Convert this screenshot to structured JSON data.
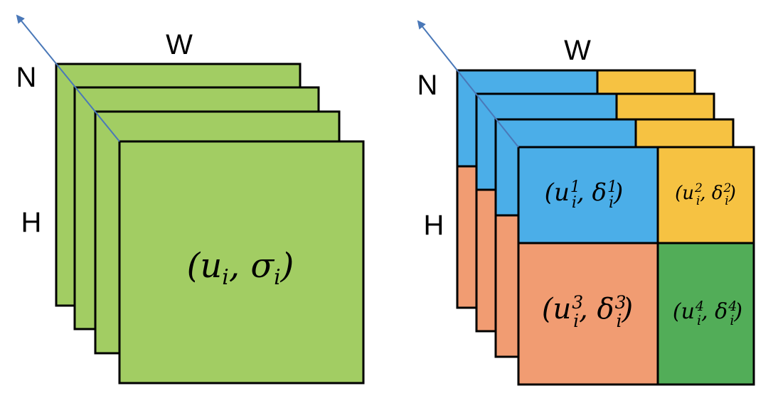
{
  "left_diagram": {
    "width_label": "W",
    "height_label": "H",
    "batch_label": "N",
    "cell": {
      "u": "u",
      "sigma": "σ",
      "index": "i"
    },
    "colors": {
      "fill": "#A2CD63"
    }
  },
  "right_diagram": {
    "width_label": "W",
    "height_label": "H",
    "batch_label": "N",
    "cells": [
      {
        "u": "u",
        "delta": "δ",
        "index": "i",
        "sup": "1",
        "color": "#4BAEE8"
      },
      {
        "u": "u",
        "delta": "δ",
        "index": "i",
        "sup": "2",
        "color": "#F6C242"
      },
      {
        "u": "u",
        "delta": "δ",
        "index": "i",
        "sup": "3",
        "color": "#F19C72"
      },
      {
        "u": "u",
        "delta": "δ",
        "index": "i",
        "sup": "4",
        "color": "#52AD58"
      }
    ]
  },
  "colors": {
    "arrow": "#4A78B8",
    "outline": "#000000"
  }
}
